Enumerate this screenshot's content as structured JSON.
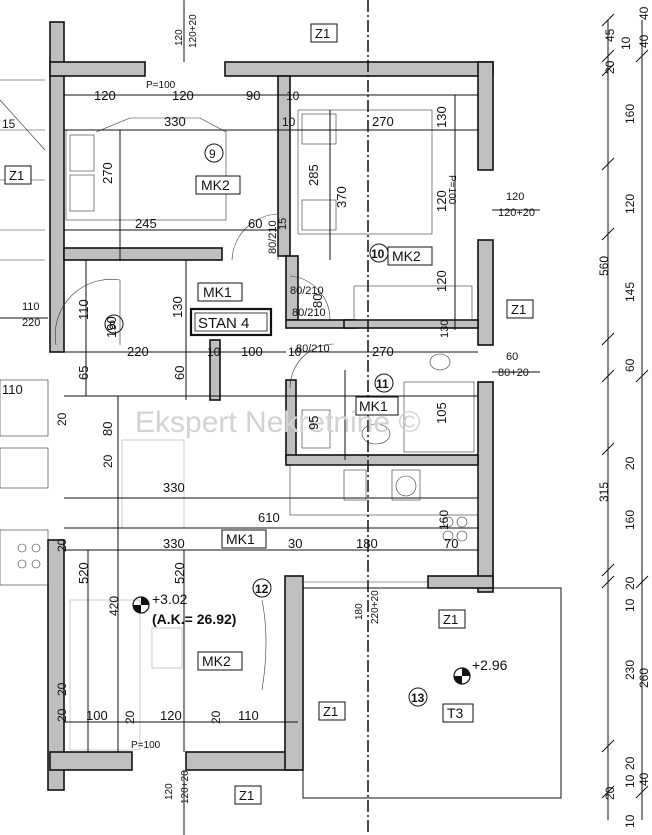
{
  "plan": {
    "apartment_label": "STAN 4",
    "watermark": "Ekspert Nekretnine ©",
    "section_labels": [
      "Z1",
      "Z1",
      "Z1",
      "Z1",
      "Z1",
      "Z1"
    ],
    "wall_types": [
      "MK2",
      "MK1",
      "MK2",
      "MK1",
      "MK1",
      "MK2"
    ],
    "terrace_type": "T3",
    "room_numbers": [
      "9",
      "8",
      "10",
      "11",
      "12",
      "13"
    ],
    "level_main": "+3.02",
    "level_main_abs": "(A.K.= 26.92)",
    "level_terrace": "+2.96",
    "door_labels": [
      "80/210",
      "80/210",
      "80/210",
      "80/210"
    ],
    "parapet_labels": [
      "P=100",
      "P=100",
      "P=100"
    ],
    "dims_horizontal": [
      "120",
      "120",
      "90",
      "330",
      "10",
      "270",
      "245",
      "60",
      "220",
      "10",
      "100",
      "10",
      "270",
      "330",
      "610",
      "330",
      "30",
      "180",
      "70",
      "100",
      "120",
      "110",
      "10",
      "110"
    ],
    "dims_vertical": [
      "270",
      "285",
      "370",
      "130",
      "120",
      "120",
      "130",
      "15",
      "110",
      "190",
      "130",
      "65",
      "60",
      "80",
      "95",
      "105",
      "80",
      "20",
      "20",
      "20",
      "520",
      "420",
      "520",
      "20",
      "20",
      "20",
      "160",
      "20",
      "180",
      "220+20"
    ],
    "opening_labels": [
      "120",
      "120+20",
      "110",
      "220",
      "120",
      "120+20",
      "60",
      "80+20",
      "120",
      "120+20"
    ],
    "right_chain_outer": [
      "20",
      "45",
      "10",
      "160",
      "120",
      "145",
      "60",
      "20",
      "160",
      "20",
      "10",
      "230",
      "20",
      "10",
      "20",
      "10"
    ],
    "right_chain_inner": [
      "560",
      "315",
      "260",
      "40",
      "40"
    ],
    "small_labels": [
      "15",
      "40"
    ]
  }
}
